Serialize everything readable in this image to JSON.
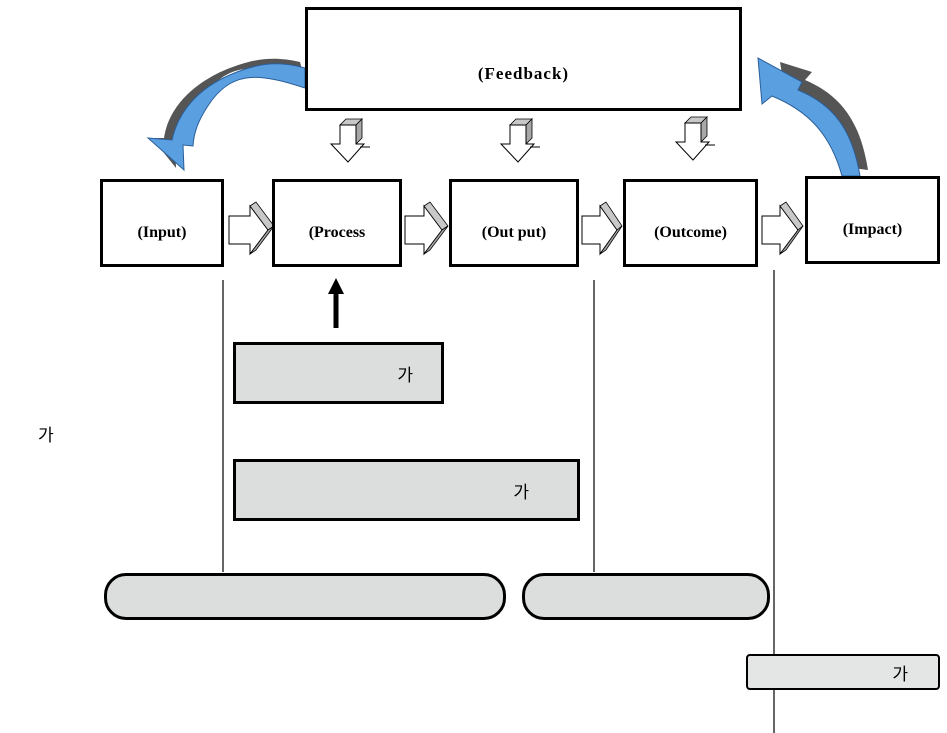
{
  "feedback": {
    "label": "(Feedback)"
  },
  "stages": [
    {
      "id": "input",
      "label": "(Input)"
    },
    {
      "id": "process",
      "label": "(Process"
    },
    {
      "id": "output",
      "label": "(Out put)"
    },
    {
      "id": "outcome",
      "label": "(Outcome)"
    },
    {
      "id": "impact",
      "label": "(Impact)"
    }
  ],
  "bars": [
    {
      "label": "가"
    },
    {
      "label": "가"
    }
  ],
  "side_label": "가",
  "impact_tag": {
    "label": "가"
  },
  "colors": {
    "feedback_arrow": "#5a9fe0",
    "feedback_arrow_shadow": "#555555",
    "bar_fill": "#dcdedd",
    "arrow_face": "#ffffff",
    "arrow_side": "#c8c8c8"
  }
}
